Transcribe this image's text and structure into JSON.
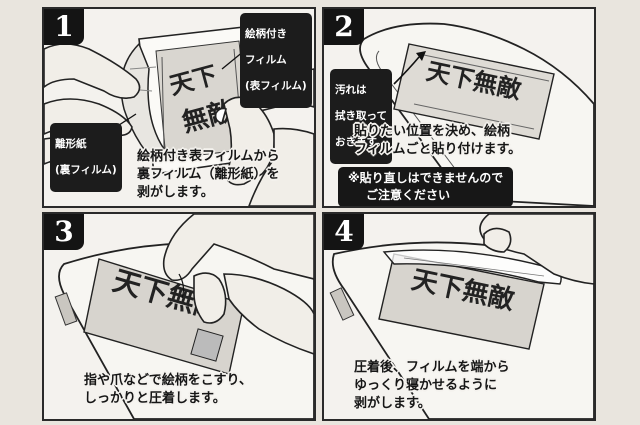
{
  "steps": [
    {
      "number": "1",
      "labels": {
        "top": [
          "絵柄付き",
          "フィルム",
          "(表フィルム)"
        ],
        "left": [
          "離形紙",
          "(裏フィルム)"
        ]
      },
      "caption": [
        "絵柄付き表フィルムから",
        "裏フィルム（離形紙）を",
        "剥がします。"
      ]
    },
    {
      "number": "2",
      "labels": {
        "left": [
          "汚れは",
          "拭き取って",
          "おきます。"
        ]
      },
      "caption": [
        "貼りたい位置を決め、絵柄",
        "フィルムごと貼り付けます。"
      ],
      "note": [
        "※貼り直しはできませんので",
        "ご注意ください"
      ]
    },
    {
      "number": "3",
      "caption": [
        "指や爪などで絵柄をこすり、",
        "しっかりと圧着します。"
      ]
    },
    {
      "number": "4",
      "caption": [
        "圧着後、フィルムを端から",
        "ゆっくり寝かせるように",
        "剥がします。"
      ]
    }
  ]
}
